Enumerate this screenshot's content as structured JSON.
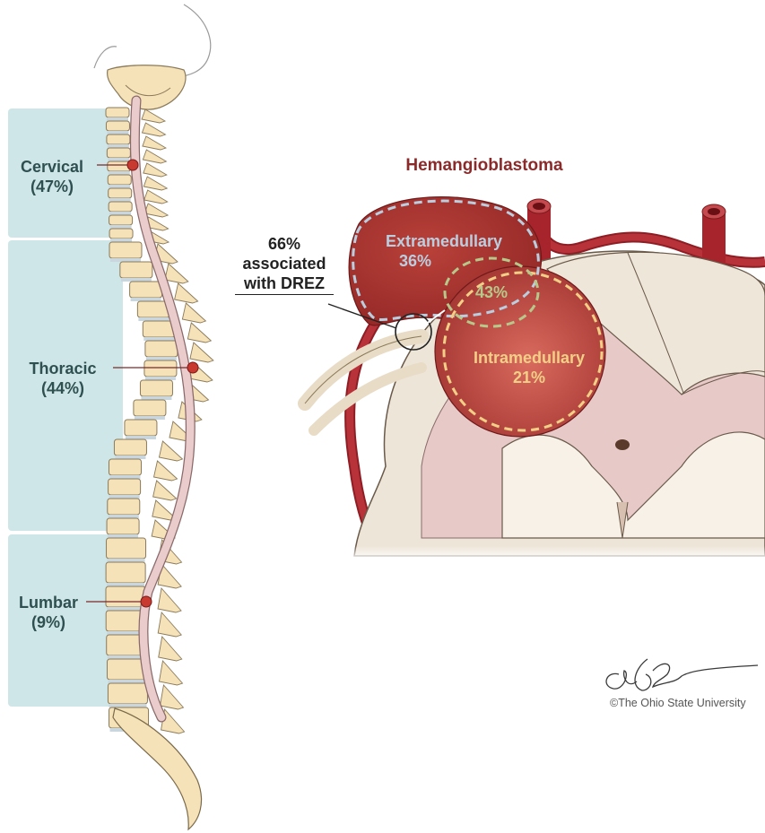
{
  "regions": [
    {
      "name": "Cervical",
      "percent": "(47%)"
    },
    {
      "name": "Thoracic",
      "percent": "(44%)"
    },
    {
      "name": "Lumbar",
      "percent": "(9%)"
    }
  ],
  "tumor": {
    "title": "Hemangioblastoma",
    "extramedullary": {
      "label": "Extramedullary",
      "percent": "36%"
    },
    "overlap": {
      "percent": "43%"
    },
    "intramedullary": {
      "label": "Intramedullary",
      "percent": "21%"
    }
  },
  "drez": {
    "line1": "66%",
    "line2": "associated",
    "line3": "with DREZ"
  },
  "credit": {
    "signature": "a Baker",
    "copyright": "©The Ohio State University"
  },
  "colors": {
    "region_fill": "#cfe6e8",
    "region_text": "#2f5050",
    "title": "#8a2a2a",
    "extramedullary": "#b9cfe0",
    "overlap": "#b7c98a",
    "intramedullary": "#f2cf86",
    "vessel": "#a8242c",
    "bone": "#f6e2b8",
    "cord": "#e9cccb"
  }
}
